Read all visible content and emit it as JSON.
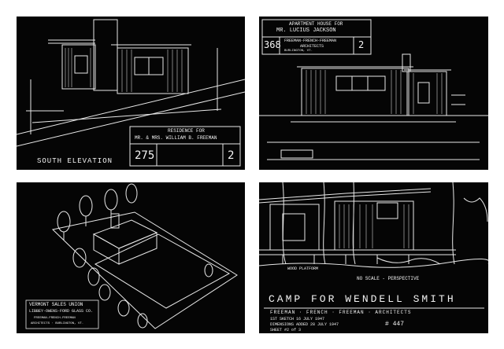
{
  "panel1": {
    "elevation_label": "SOUTH ELEVATION",
    "title_line1": "RESIDENCE FOR",
    "title_line2": "MR. & MRS. WILLIAM B. FREEMAN",
    "project_no": "275",
    "sheet_no": "2"
  },
  "panel2": {
    "title_line1": "APARTMENT HOUSE FOR",
    "title_line2": "MR. LUCIUS JACKSON",
    "project_no": "368",
    "sheet_no": "2",
    "architects": "FREEMAN-FRENCH-FREEMAN",
    "architects_sub": "ARCHITECTS",
    "location": "BURLINGTON, VT."
  },
  "panel3": {
    "label_line1": "VERMONT SALES UNION",
    "label_line2": "LIBBEY-OWENS-FORD GLASS CO.",
    "label_line3": "FREEMAN-FRENCH-FREEMAN",
    "label_line4": "ARCHITECTS · BURLINGTON, VT."
  },
  "panel4": {
    "scale_note": "NO SCALE - PERSPECTIVE",
    "title": "CAMP FOR WENDELL SMITH",
    "architects": "FREEMAN · FRENCH · FREEMAN · ARCHITECTS",
    "sketch": "1ST SKETCH 16 JULY 1947",
    "dimensions": "DIMENSIONS ADDED 28 JULY 1947",
    "sheet": "SHEET #2 of 3",
    "number": "# 447",
    "platform_label": "WOOD PLATFORM"
  }
}
